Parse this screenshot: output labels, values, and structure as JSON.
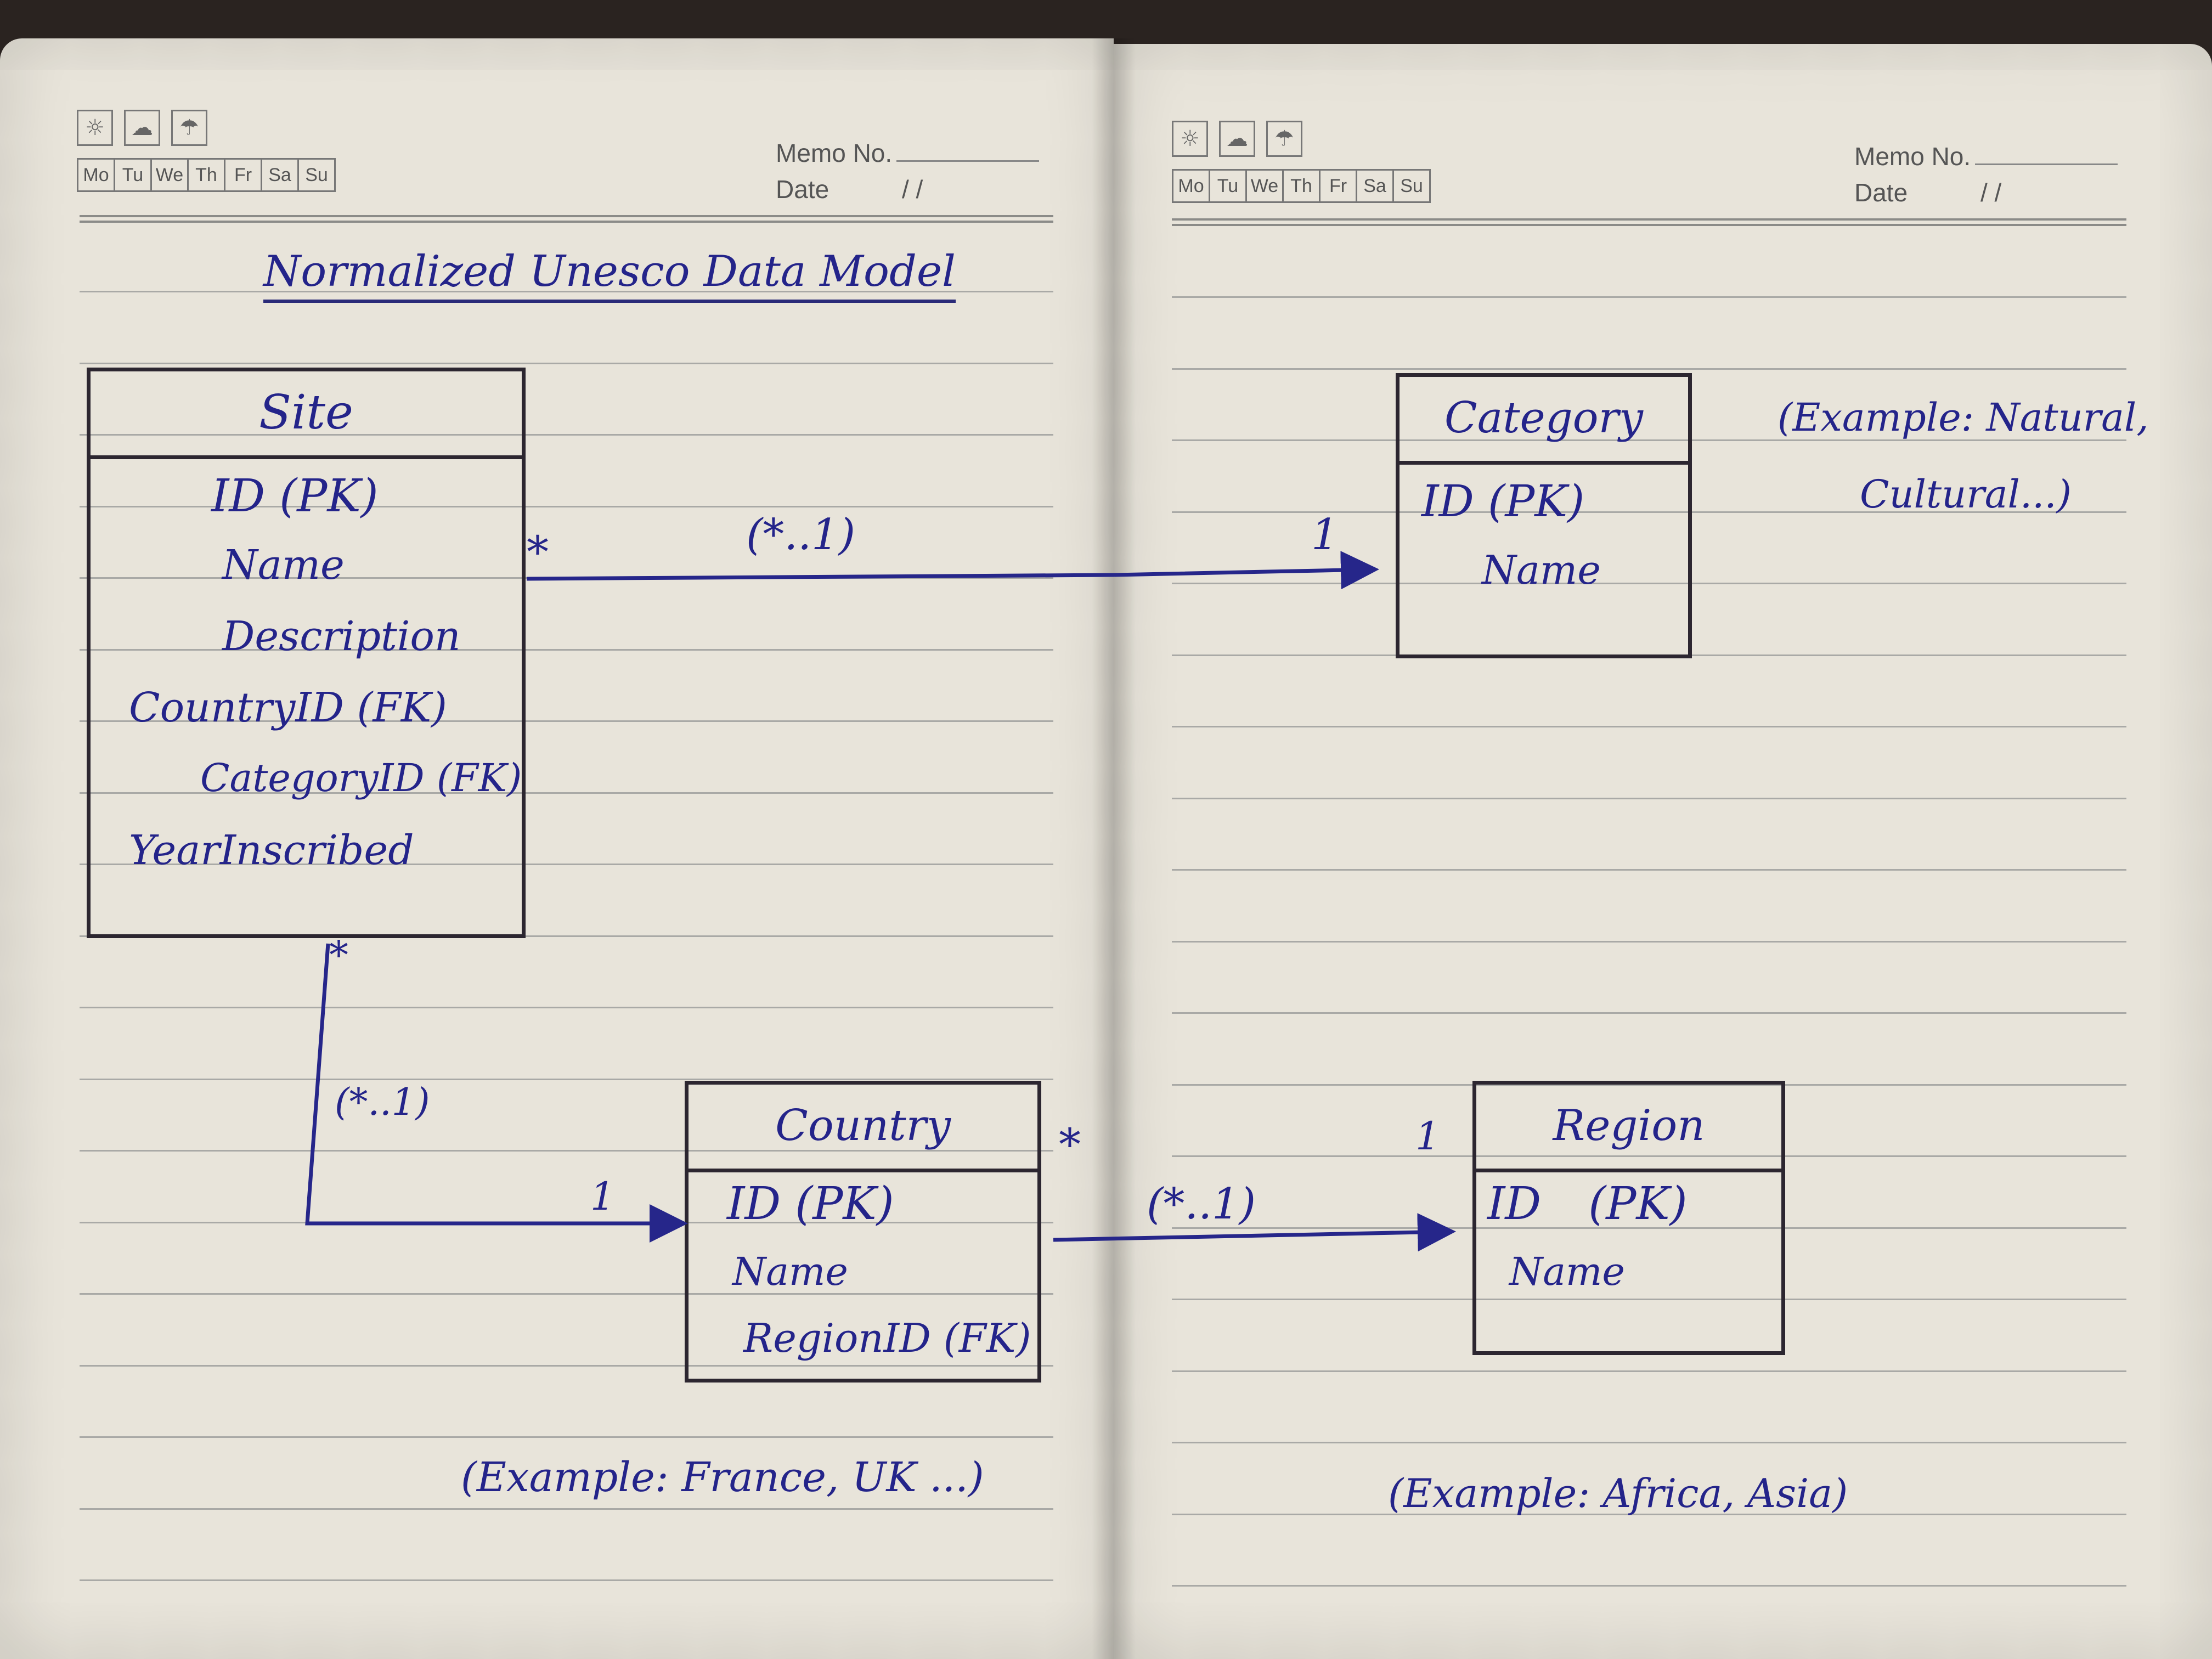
{
  "notebook": {
    "weekdays": [
      "Mo",
      "Tu",
      "We",
      "Th",
      "Fr",
      "Sa",
      "Su"
    ],
    "memo_label": "Memo No.",
    "date_label": "Date",
    "date_sep": "/          /"
  },
  "title": "Normalized Unesco Data Model",
  "entities": {
    "site": {
      "name": "Site",
      "attributes": [
        "ID (PK)",
        "Name",
        "Description",
        "CountryID (FK)",
        "CategoryID (FK)",
        "YearInscribed"
      ]
    },
    "category": {
      "name": "Category",
      "attributes": [
        "ID (PK)",
        "Name"
      ],
      "example": "(Example: Natural,",
      "example_cont": "Cultural...)"
    },
    "country": {
      "name": "Country",
      "attributes": [
        "ID (PK)",
        "Name",
        "RegionID (FK)"
      ],
      "example": "(Example: France, UK ...)"
    },
    "region": {
      "name": "Region",
      "attributes": [
        "ID (PK)",
        "Name"
      ],
      "example": "(Example: Africa, Asia)"
    }
  },
  "relationships": {
    "site_category": {
      "from_mult": "*",
      "label": "(*..1)",
      "to_mult": "1"
    },
    "site_country": {
      "from_mult": "*",
      "label": "(*..1)",
      "to_mult": "1"
    },
    "country_region": {
      "from_mult": "*",
      "label": "(*..1)",
      "to_mult": "1"
    }
  },
  "colors": {
    "ink": "#24248a",
    "box": "#2c2630",
    "paper": "#e8e4da"
  }
}
